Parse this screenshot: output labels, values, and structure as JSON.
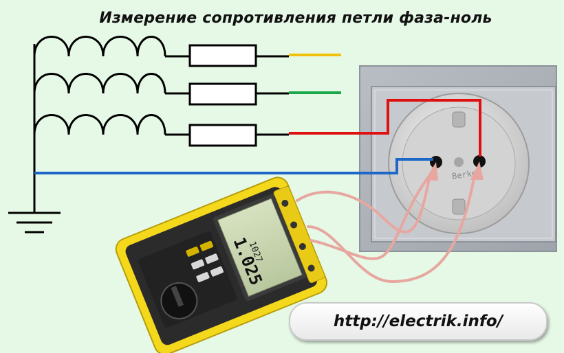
{
  "title": "Измерение сопротивления петли фаза-ноль",
  "footer": {
    "url": "http://electrik.info/"
  },
  "socket": {
    "brand": "Berker"
  },
  "meter": {
    "reading_main": "1.025",
    "reading_secondary": "1027",
    "body_color": "#f4d81c",
    "screen_color": "#c9d7b0"
  },
  "wire_colors": {
    "phase_a": "#f2c10a",
    "phase_b": "#1aa84a",
    "phase_c": "#e01010",
    "neutral": "#1c67c8",
    "test_leads": "#e7a7a0"
  },
  "icons": [
    "transformer-coil-icon",
    "fuse-icon",
    "ground-symbol-icon",
    "socket-icon",
    "multimeter-icon"
  ]
}
